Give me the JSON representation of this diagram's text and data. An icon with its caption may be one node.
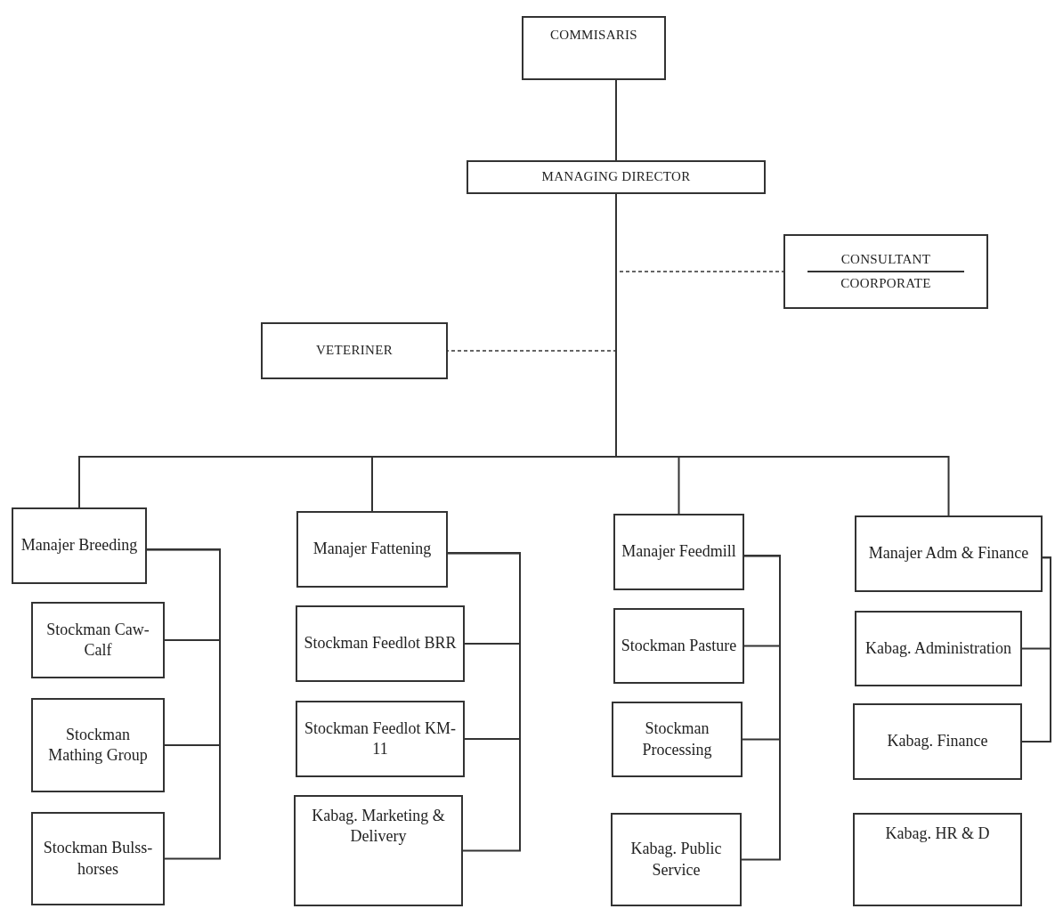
{
  "diagram": {
    "nodes": [
      {
        "text": [
          "COMMISARIS"
        ]
      },
      {
        "text": [
          "MANAGING DIRECTOR"
        ]
      },
      {
        "text": [
          "CONSULTANT",
          "COORPORATE"
        ]
      },
      {
        "text": [
          "VETERINER"
        ]
      },
      {
        "text": [
          "Manajer Breeding"
        ]
      },
      {
        "text": [
          "Stockman Caw-Calf"
        ]
      },
      {
        "text": [
          "Stockman Mathing Group"
        ]
      },
      {
        "text": [
          "Stockman Bulss-horses"
        ]
      },
      {
        "text": [
          "Manajer Fattening"
        ]
      },
      {
        "text": [
          "Stockman Feedlot BRR"
        ]
      },
      {
        "text": [
          "Stockman Feedlot KM-11"
        ]
      },
      {
        "text": [
          "Kabag. Marketing & Delivery"
        ]
      },
      {
        "text": [
          "Manajer Feedmill"
        ]
      },
      {
        "text": [
          "Stockman Pasture"
        ]
      },
      {
        "text": [
          "Stockman Processing"
        ]
      },
      {
        "text": [
          "Kabag. Public Service"
        ]
      },
      {
        "text": [
          "Manajer Adm & Finance"
        ]
      },
      {
        "text": [
          "Kabag. Administration"
        ]
      },
      {
        "text": [
          "Kabag. Finance"
        ]
      },
      {
        "text": [
          "Kabag. HR & D"
        ]
      }
    ],
    "edges": [
      {
        "from": 0,
        "to": 1,
        "arrow": "none"
      },
      {
        "from": 1,
        "to": 2,
        "arrow": "none",
        "style": "dashed"
      },
      {
        "from": 1,
        "to": 3,
        "arrow": "none",
        "style": "dashed"
      },
      {
        "from": 1,
        "to": 4,
        "arrow": "none"
      },
      {
        "from": 1,
        "to": 8,
        "arrow": "none"
      },
      {
        "from": 1,
        "to": 12,
        "arrow": "none"
      },
      {
        "from": 1,
        "to": 16,
        "arrow": "none"
      },
      {
        "from": 4,
        "to": 5,
        "arrow": "none"
      },
      {
        "from": 4,
        "to": 6,
        "arrow": "none"
      },
      {
        "from": 4,
        "to": 7,
        "arrow": "none"
      },
      {
        "from": 8,
        "to": 9,
        "arrow": "none"
      },
      {
        "from": 8,
        "to": 10,
        "arrow": "none"
      },
      {
        "from": 8,
        "to": 11,
        "arrow": "none"
      },
      {
        "from": 12,
        "to": 13,
        "arrow": "none"
      },
      {
        "from": 12,
        "to": 14,
        "arrow": "none"
      },
      {
        "from": 12,
        "to": 15,
        "arrow": "none"
      },
      {
        "from": 16,
        "to": 17,
        "arrow": "none"
      },
      {
        "from": 16,
        "to": 18,
        "arrow": "none"
      }
    ]
  }
}
